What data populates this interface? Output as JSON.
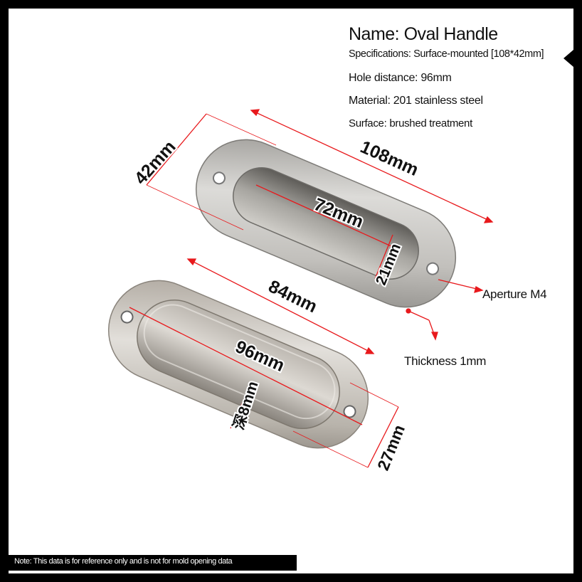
{
  "specs": {
    "name": "Name: Oval Handle",
    "specifications": "Specifications: Surface-mounted [108*42mm]",
    "hole_distance": "Hole distance: 96mm",
    "material": "Material: 201 stainless steel",
    "surface": "Surface: brushed treatment"
  },
  "dimensions": {
    "width_top": "42mm",
    "length_top": "108mm",
    "inner_length_top": "72mm",
    "inner_width_top": "21mm",
    "inner_length_bottom": "84mm",
    "hole_distance_bottom": "96mm",
    "depth_bottom": "深8mm",
    "width_bottom": "27mm"
  },
  "callouts": {
    "aperture": "Aperture M4",
    "thickness": "Thickness 1mm"
  },
  "footnote": "Note: This data is for reference only and is not for mold opening data",
  "colors": {
    "dimension_line": "#e8191c",
    "steel_light": "#d7d6d3",
    "steel_dark": "#8e8c88"
  }
}
